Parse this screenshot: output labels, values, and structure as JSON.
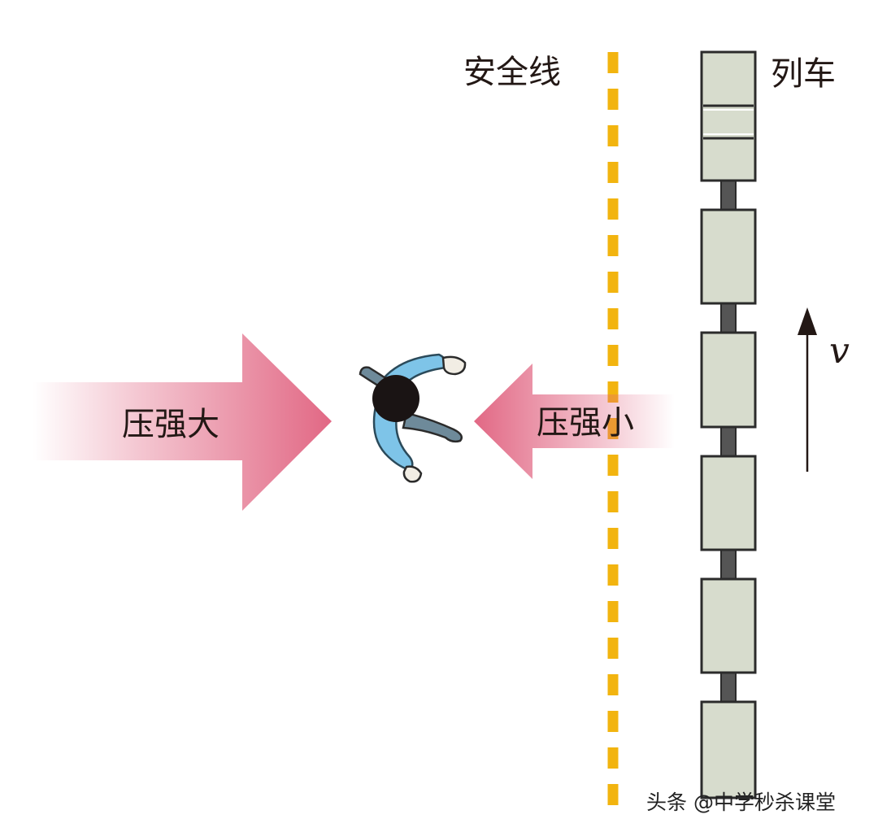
{
  "labels": {
    "safety_line": "安全线",
    "train": "列车",
    "pressure_high": "压强大",
    "pressure_low": "压强小",
    "velocity": "v"
  },
  "watermark": "头条 @中学秒杀课堂",
  "colors": {
    "safety_line": "#f2b40f",
    "train_car_fill": "#d7dccd",
    "train_outline": "#2b2b2b",
    "coupler": "#555555",
    "arrow_pink": "#e0607e",
    "person_shirt": "#7ec4e8",
    "person_pants": "#6e8a9a",
    "person_head": "#1a1414"
  },
  "icons": {
    "person": "person-top-view-icon",
    "train": "train-top-view-icon",
    "velocity_arrow": "arrow-up-icon"
  }
}
